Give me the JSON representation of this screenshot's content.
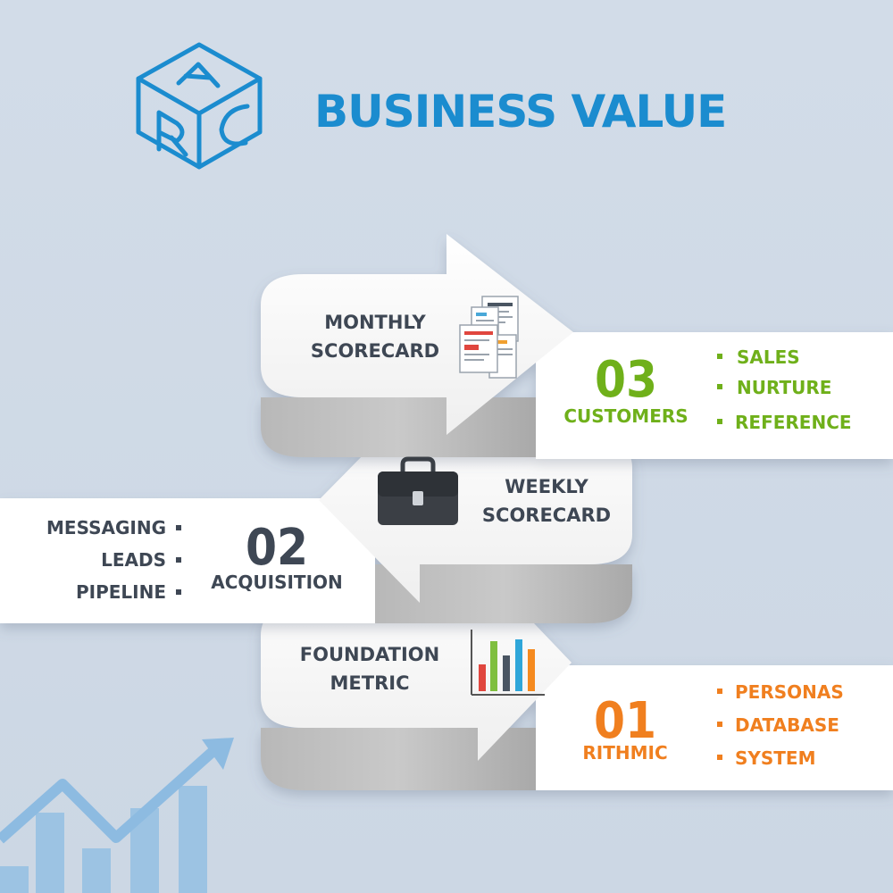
{
  "title": "BUSINESS VALUE",
  "logo": {
    "letters": [
      "A",
      "R",
      "C"
    ],
    "icon": "cube-logo-icon"
  },
  "colors": {
    "title": "#1b8ccf",
    "green": "#6fb01a",
    "orange": "#f07f1f",
    "dark": "#3e4754"
  },
  "steps": [
    {
      "number": "03",
      "category": "CUSTOMERS",
      "color": "#6fb01a",
      "label_line1": "MONTHLY",
      "label_line2": "SCORECARD",
      "icon": "documents-icon",
      "items": [
        "SALES",
        "NURTURE",
        "REFERENCE"
      ]
    },
    {
      "number": "02",
      "category": "ACQUISITION",
      "color": "#3e4754",
      "label_line1": "WEEKLY",
      "label_line2": "SCORECARD",
      "icon": "briefcase-icon",
      "items": [
        "MESSAGING",
        "LEADS",
        "PIPELINE"
      ]
    },
    {
      "number": "01",
      "category": "RITHMIC",
      "color": "#f07f1f",
      "label_line1": "FOUNDATION",
      "label_line2": "METRIC",
      "icon": "bar-chart-icon",
      "items": [
        "PERSONAS",
        "DATABASE",
        "SYSTEM"
      ]
    }
  ],
  "decor_icon": "growth-chart-icon"
}
